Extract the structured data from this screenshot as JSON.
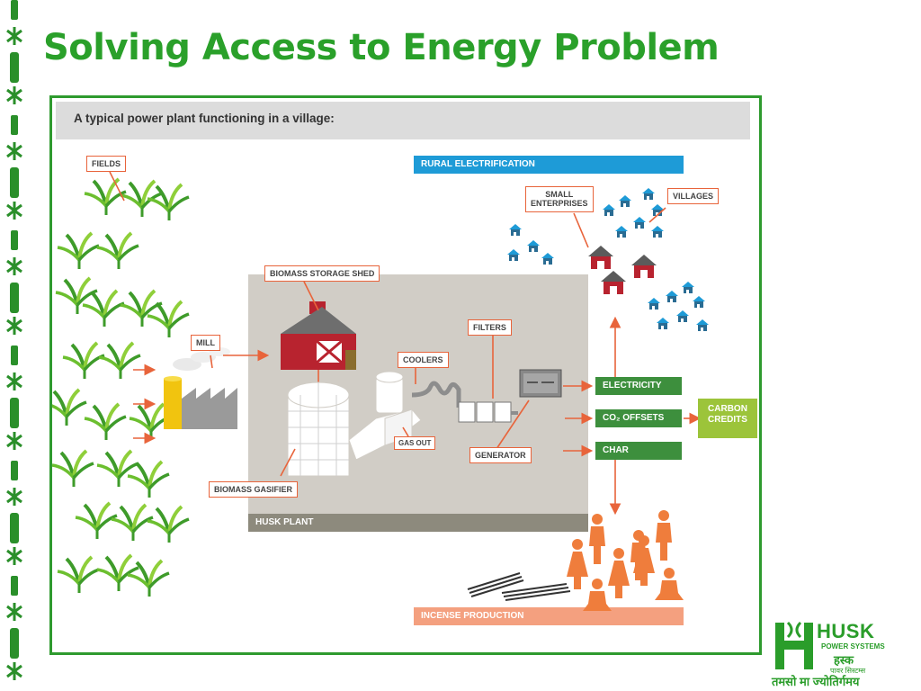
{
  "slide": {
    "title": "Solving Access to Energy Problem"
  },
  "diagram": {
    "header": "A typical power plant functioning in a village:",
    "labels": {
      "fields": "FIELDS",
      "biomass_storage_shed": "BIOMASS STORAGE SHED",
      "mill": "MILL",
      "coolers": "COOLERS",
      "filters": "FILTERS",
      "gas_out": "GAS OUT",
      "generator": "GENERATOR",
      "biomass_gasifier": "BIOMASS GASIFIER",
      "small_enterprises_1": "SMALL",
      "small_enterprises_2": "ENTERPRISES",
      "villages": "VILLAGES"
    },
    "bars": {
      "rural_electrification": "RURAL ELECTRIFICATION",
      "husk_plant": "HUSK PLANT",
      "electricity": "ELECTRICITY",
      "co2_offsets": "CO₂ OFFSETS",
      "char": "CHAR",
      "carbon_credits_1": "CARBON",
      "carbon_credits_2": "CREDITS",
      "incense_production": "INCENSE PRODUCTION"
    },
    "colors": {
      "accent_orange": "#e8643b",
      "green_bar": "#3d8f3d",
      "blue_bar": "#1e9bd7",
      "lime": "#9cc43a",
      "plant_gray": "#d1cdc6",
      "plant_bar": "#8d8a7d"
    }
  },
  "logo": {
    "name": "HUSK",
    "sub": "POWER SYSTEMS",
    "hindi_name": "हस्क",
    "hindi_sub": "पावर सिस्टम्स",
    "tagline": "तमसो मा ज्योतिर्गमय"
  }
}
